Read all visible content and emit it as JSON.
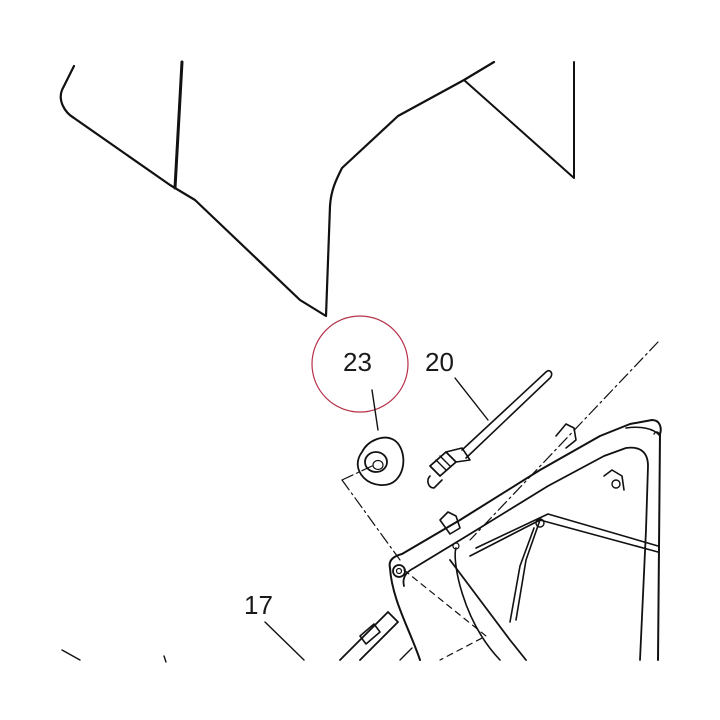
{
  "labels": {
    "part_23": "23",
    "part_20": "20",
    "part_17": "17"
  },
  "colors": {
    "line": "#111111",
    "highlight_circle": "#b5324a",
    "background": "#ffffff"
  }
}
